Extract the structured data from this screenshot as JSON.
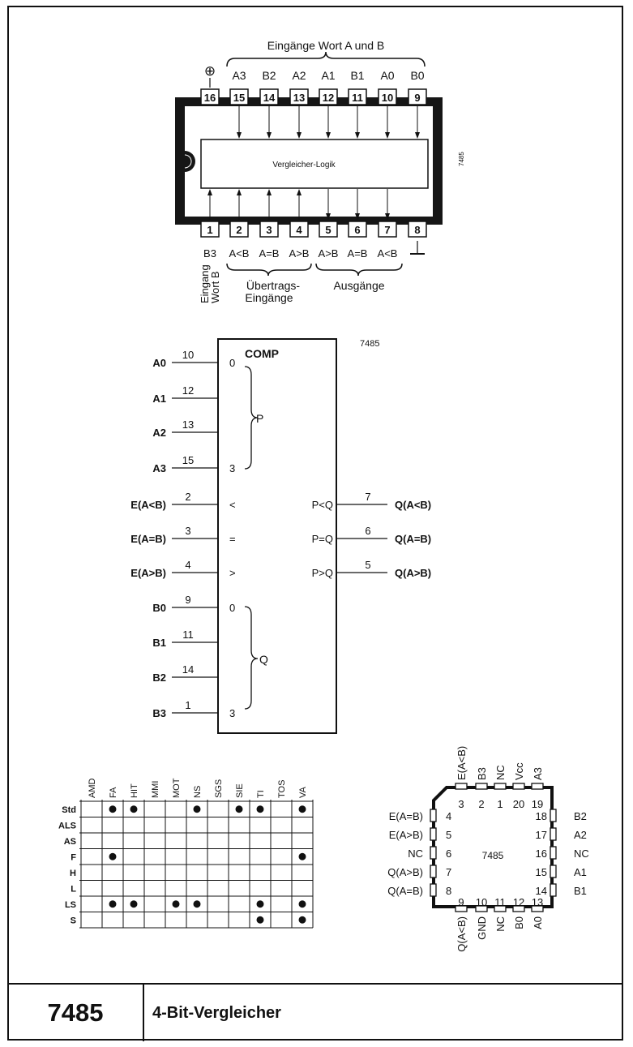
{
  "dip": {
    "group_label": "Eingänge Wort A und B",
    "power_symbol": "⊕",
    "logic_label": "Vergleicher-Logik",
    "side_label": "7485",
    "top_pins": [
      {
        "num": "16",
        "label": ""
      },
      {
        "num": "15",
        "label": "A3"
      },
      {
        "num": "14",
        "label": "B2"
      },
      {
        "num": "13",
        "label": "A2"
      },
      {
        "num": "12",
        "label": "A1"
      },
      {
        "num": "11",
        "label": "B1"
      },
      {
        "num": "10",
        "label": "A0"
      },
      {
        "num": "9",
        "label": "B0"
      }
    ],
    "bottom_pins": [
      {
        "num": "1",
        "label": "B3"
      },
      {
        "num": "2",
        "label": "A<B"
      },
      {
        "num": "3",
        "label": "A=B"
      },
      {
        "num": "4",
        "label": "A>B"
      },
      {
        "num": "5",
        "label": "A>B"
      },
      {
        "num": "6",
        "label": "A=B"
      },
      {
        "num": "7",
        "label": "A<B"
      },
      {
        "num": "8",
        "label": ""
      }
    ],
    "pin1_caption": [
      "Eingang",
      "Wort B"
    ],
    "carry_caption": [
      "Übertrags-",
      "Eingänge"
    ],
    "outputs_caption": "Ausgänge"
  },
  "logic": {
    "chip_id": "7485",
    "title": "COMP",
    "p_label": "P",
    "q_label": "Q",
    "inputs": [
      {
        "name": "A0",
        "pin": "10",
        "inner": "0"
      },
      {
        "name": "A1",
        "pin": "12",
        "inner": ""
      },
      {
        "name": "A2",
        "pin": "13",
        "inner": ""
      },
      {
        "name": "A3",
        "pin": "15",
        "inner": "3"
      },
      {
        "name": "E(A<B)",
        "pin": "2",
        "inner": "<"
      },
      {
        "name": "E(A=B)",
        "pin": "3",
        "inner": "="
      },
      {
        "name": "E(A>B)",
        "pin": "4",
        "inner": ">"
      },
      {
        "name": "B0",
        "pin": "9",
        "inner": "0"
      },
      {
        "name": "B1",
        "pin": "11",
        "inner": ""
      },
      {
        "name": "B2",
        "pin": "14",
        "inner": ""
      },
      {
        "name": "B3",
        "pin": "1",
        "inner": "3"
      }
    ],
    "outputs": [
      {
        "name": "Q(A<B)",
        "pin": "7",
        "inner": "P<Q"
      },
      {
        "name": "Q(A=B)",
        "pin": "6",
        "inner": "P=Q"
      },
      {
        "name": "Q(A>B)",
        "pin": "5",
        "inner": "P>Q"
      }
    ]
  },
  "matrix": {
    "manufacturers": [
      "AMD",
      "FA",
      "HIT",
      "MMI",
      "MOT",
      "NS",
      "SGS",
      "SIE",
      "TI",
      "TOS",
      "VA"
    ],
    "families": [
      "Std",
      "ALS",
      "AS",
      "F",
      "H",
      "L",
      "LS",
      "S"
    ],
    "availability": [
      [
        0,
        1,
        1,
        0,
        0,
        1,
        0,
        1,
        1,
        0,
        1
      ],
      [
        0,
        0,
        0,
        0,
        0,
        0,
        0,
        0,
        0,
        0,
        0
      ],
      [
        0,
        0,
        0,
        0,
        0,
        0,
        0,
        0,
        0,
        0,
        0
      ],
      [
        0,
        1,
        0,
        0,
        0,
        0,
        0,
        0,
        0,
        0,
        1
      ],
      [
        0,
        0,
        0,
        0,
        0,
        0,
        0,
        0,
        0,
        0,
        0
      ],
      [
        0,
        0,
        0,
        0,
        0,
        0,
        0,
        0,
        0,
        0,
        0
      ],
      [
        0,
        1,
        1,
        0,
        1,
        1,
        0,
        0,
        1,
        0,
        1
      ],
      [
        0,
        0,
        0,
        0,
        0,
        0,
        0,
        0,
        1,
        0,
        1
      ]
    ]
  },
  "plcc": {
    "center_label": "7485",
    "top_names": [
      "E(A<B)",
      "B3",
      "NC",
      "Vcc",
      "A3"
    ],
    "top_pins": [
      "3",
      "2",
      "1",
      "20",
      "19"
    ],
    "left": [
      {
        "pin": "4",
        "name": "E(A=B)"
      },
      {
        "pin": "5",
        "name": "E(A>B)"
      },
      {
        "pin": "6",
        "name": "NC"
      },
      {
        "pin": "7",
        "name": "Q(A>B)"
      },
      {
        "pin": "8",
        "name": "Q(A=B)"
      }
    ],
    "right": [
      {
        "pin": "18",
        "name": "B2"
      },
      {
        "pin": "17",
        "name": "A2"
      },
      {
        "pin": "16",
        "name": "NC"
      },
      {
        "pin": "15",
        "name": "A1"
      },
      {
        "pin": "14",
        "name": "B1"
      }
    ],
    "bottom_pins": [
      "9",
      "10",
      "11",
      "12",
      "13"
    ],
    "bottom_names": [
      "Q(A<B)",
      "GND",
      "NC",
      "B0",
      "A0"
    ]
  },
  "footer": {
    "number": "7485",
    "title": "4-Bit-Vergleicher"
  }
}
